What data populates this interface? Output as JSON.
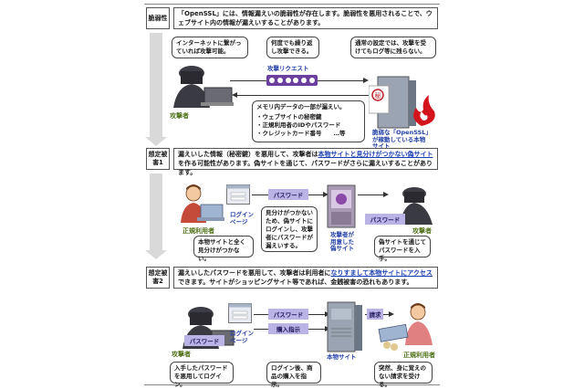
{
  "section_vuln": {
    "tag": "脆弱性",
    "text": "「OpenSSL」には、情報漏えいの脆弱性が存在します。脆弱性を悪用されることで、ウェブサイト内の情報が漏えいすることがあります。",
    "bubbles": {
      "internet": "インターネットに繋がっていれば攻撃可能。",
      "repeat": "何度でも繰り返し攻撃できる。",
      "nolog": "通常の設定では、攻撃を受けてもログ等に残らない。",
      "leak_title": "メモリ内データの一部が漏えい。",
      "leak_items": [
        "・ウェブサイトの秘密鍵",
        "・正規利用者のIDやパスワード",
        "・クレジットカード番号　　…等"
      ]
    },
    "attack_request_label": "攻撃リクエスト",
    "attacker_label": "攻撃者",
    "secret_stamp": "秘",
    "server_label": "脆弱な「OpenSSL」が稼動している本物サイト"
  },
  "section_damage1": {
    "tag": "想定被害1",
    "text_before": "漏えいした情報（秘密鍵）を悪用して、攻撃者は",
    "text_highlight": "本物サイトと見分けがつかない偽サイト",
    "text_after": "を作る可能性があります。偽サイトを通じて、パスワードがさらに漏えいすることがあります。",
    "user_label": "正規利用者",
    "login_label": "ログインページ",
    "password_pill": "パスワード",
    "password_pill_attacker": "パスワード",
    "fake_site_label": "攻撃者が用意した偽サイト",
    "attacker_label": "攻撃者",
    "bubbles": {
      "indistinguishable": "本物サイトと全く見分けがつかない。",
      "leaks": "見分けがつかないため、偽サイトにログインし、攻撃者にパスワードが漏えいする。",
      "obtain": "偽サイトを通じてパスワードを入手。"
    }
  },
  "section_damage2": {
    "tag": "想定被害2",
    "text_before": "漏えいしたパスワードを悪用して、攻撃者は利用者に",
    "text_highlight": "なりすまして本物サイトにアクセス",
    "text_after": "できます。サイトがショッピングサイト等であれば、金銭被害の恐れもあります。",
    "attacker_label": "攻撃者",
    "attacker_password": "パスワード",
    "login_label": "ログインページ",
    "password_pill": "パスワード",
    "purchase_pill": "購入指示",
    "real_site_label": "本物サイト",
    "billing_pill": "請求",
    "user_label": "正規利用者",
    "bubbles": {
      "login": "入手したパスワードを悪用してログイン。",
      "purchase": "ログイン後、商品の購入を指示。",
      "billing": "突然、身に覚えのない請求を受ける。"
    }
  }
}
